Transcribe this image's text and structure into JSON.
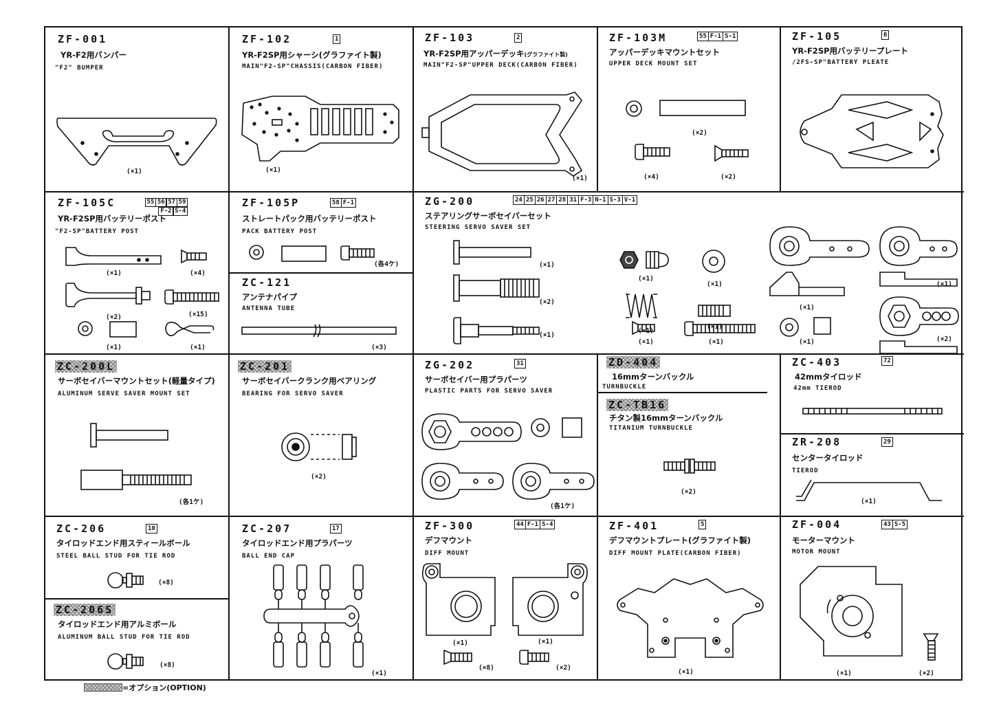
{
  "cells": {
    "zf001": {
      "code": "ZF-001",
      "jp": "YR-F2用バンパー",
      "en": "\"F2\" BUMPER",
      "qty": [
        "(×1)"
      ]
    },
    "zf102": {
      "code": "ZF-102",
      "badge": [
        "1"
      ],
      "jp": "YR-F2SP用シャーシ(グラファイト製)",
      "en": "MAIN\"F2-SP\"CHASSIS(CARBON FIBER)",
      "qty": [
        "(×1)"
      ]
    },
    "zf103": {
      "code": "ZF-103",
      "badge": [
        "2"
      ],
      "jp": "YR-F2SP用アッパーデッキ",
      "jp_small": "(グラファイト製)",
      "en": "MAIN\"F2-SP\"UPPER DECK(CARBON FIBER)",
      "qty": [
        "(×1)"
      ]
    },
    "zf103m": {
      "code": "ZF-103M",
      "badge": [
        "55",
        "F-1",
        "S-1"
      ],
      "jp": "アッパーデッキマウントセット",
      "en": "UPPER DECK MOUNT SET",
      "qty": [
        "(×2)",
        "(×4)",
        "(×2)"
      ]
    },
    "zf105": {
      "code": "ZF-105",
      "badge": [
        "6"
      ],
      "jp": "YR-F2SP用バッテリープレート",
      "en": "/2FS-SP\"BATTERY PLEATE",
      "qty": []
    },
    "zf105c": {
      "code": "ZF-105C",
      "badge_row1": [
        "55",
        "56",
        "57",
        "59"
      ],
      "badge_row2": [
        "F-2",
        "S-4"
      ],
      "jp": "YR-F2SP用バッテリーポスト",
      "en": "\"F2-SP\"BATTERY POST",
      "qty": [
        "(×1)",
        "(×4)",
        "(×2)",
        "(×15)",
        "(×1)",
        "(×1)"
      ]
    },
    "zf105p": {
      "code": "ZF-105P",
      "badge": [
        "58",
        "F-1"
      ],
      "jp": "ストレートパック用バッテリーポスト",
      "en": "PACK BATTERY POST",
      "qty": [
        "(各4ケ)"
      ]
    },
    "zc121": {
      "code": "ZC-121",
      "jp": "アンテナパイプ",
      "en": "ANTENNA TUBE",
      "qty": [
        "(×3)"
      ]
    },
    "zg200": {
      "code": "ZG-200",
      "badge": [
        "24",
        "25",
        "26",
        "27",
        "28",
        "31",
        "F-3",
        "N-1",
        "S-3",
        "V-1"
      ],
      "jp": "ステアリングサーボセイバーセット",
      "en": "STEERING SERVO SAVER SET",
      "qty": [
        "(×1)",
        "(×2)",
        "(×1)",
        "(×1)",
        "(×1)",
        "(×1)",
        "(×1)",
        "(×1)",
        "(×1)",
        "(×2)",
        "(×1)",
        "(×1)",
        "(×1)"
      ]
    },
    "zc200l": {
      "code": "ZC-200L",
      "jp": "サーボセイバーマウントセット(軽量タイプ)",
      "en": "ALUMINUM SERVE SAVER MOUNT SET",
      "qty": [
        "(各1ケ)"
      ]
    },
    "zc201": {
      "code": "ZC-201",
      "jp": "サーボセイバークランク用ベアリング",
      "en": "BEARING FOR SERVO SAVER",
      "qty": [
        "(×2)"
      ]
    },
    "zg202": {
      "code": "ZG-202",
      "badge": [
        "31"
      ],
      "jp": "サーボセイバー用プラパーツ",
      "en": "PLASTIC PARTS FOR SERVO SAVER",
      "qty": [
        "(各1ケ)"
      ]
    },
    "zd404": {
      "code": "ZD-404",
      "jp": "16mmターンバックル",
      "en": "TURNBUCKLE"
    },
    "zctb16": {
      "code": "ZC-TB16",
      "jp": "チタン製16mmターンバックル",
      "en": "TITANIUM TURNBUCKLE",
      "qty": [
        "(×2)"
      ]
    },
    "zc403": {
      "code": "ZC-403",
      "badge": [
        "72"
      ],
      "jp": "42mmタイロッド",
      "en": "42mm TIEROD"
    },
    "zr208": {
      "code": "ZR-208",
      "badge": [
        "29"
      ],
      "jp": "センタータイロッド",
      "en": "TIEROD",
      "qty": [
        "(×1)"
      ]
    },
    "zc206": {
      "code": "ZC-206",
      "badge": [
        "10"
      ],
      "jp": "タイロッドエンド用スティールボール",
      "en": "STEEL BALL STUD FOR TIE ROD",
      "qty": [
        "(×8)"
      ]
    },
    "zc206s": {
      "code": "ZC-206S",
      "jp": "タイロッドエンド用アルミボール",
      "en": "ALUMINUM BALL STUD FOR TIE ROD",
      "qty": [
        "(×8)"
      ]
    },
    "zc207": {
      "code": "ZC-207",
      "badge": [
        "17"
      ],
      "jp": "タイロッドエンド用プラパーツ",
      "en": "BALL END CAP",
      "qty": [
        "(×1)"
      ]
    },
    "zf300": {
      "code": "ZF-300",
      "badge": [
        "44",
        "F-1",
        "S-4"
      ],
      "jp": "デフマウント",
      "en": "DIFF MOUNT",
      "qty": [
        "(×1)",
        "(×1)",
        "(×8)",
        "(×2)"
      ]
    },
    "zf401": {
      "code": "ZF-401",
      "badge": [
        "5"
      ],
      "jp": "デフマウントプレート(グラファイト製)",
      "en": "DIFF MOUNT PLATE(CARBON FIBER)",
      "qty": [
        "(×1)"
      ]
    },
    "zf004": {
      "code": "ZF-004",
      "badge": [
        "43",
        "S-5"
      ],
      "jp": "モーターマウント",
      "en": "MOTOR MOUNT",
      "qty": [
        "(×1)",
        "(×2)"
      ]
    }
  },
  "legend": {
    "text": "=オプション(OPTION)"
  }
}
